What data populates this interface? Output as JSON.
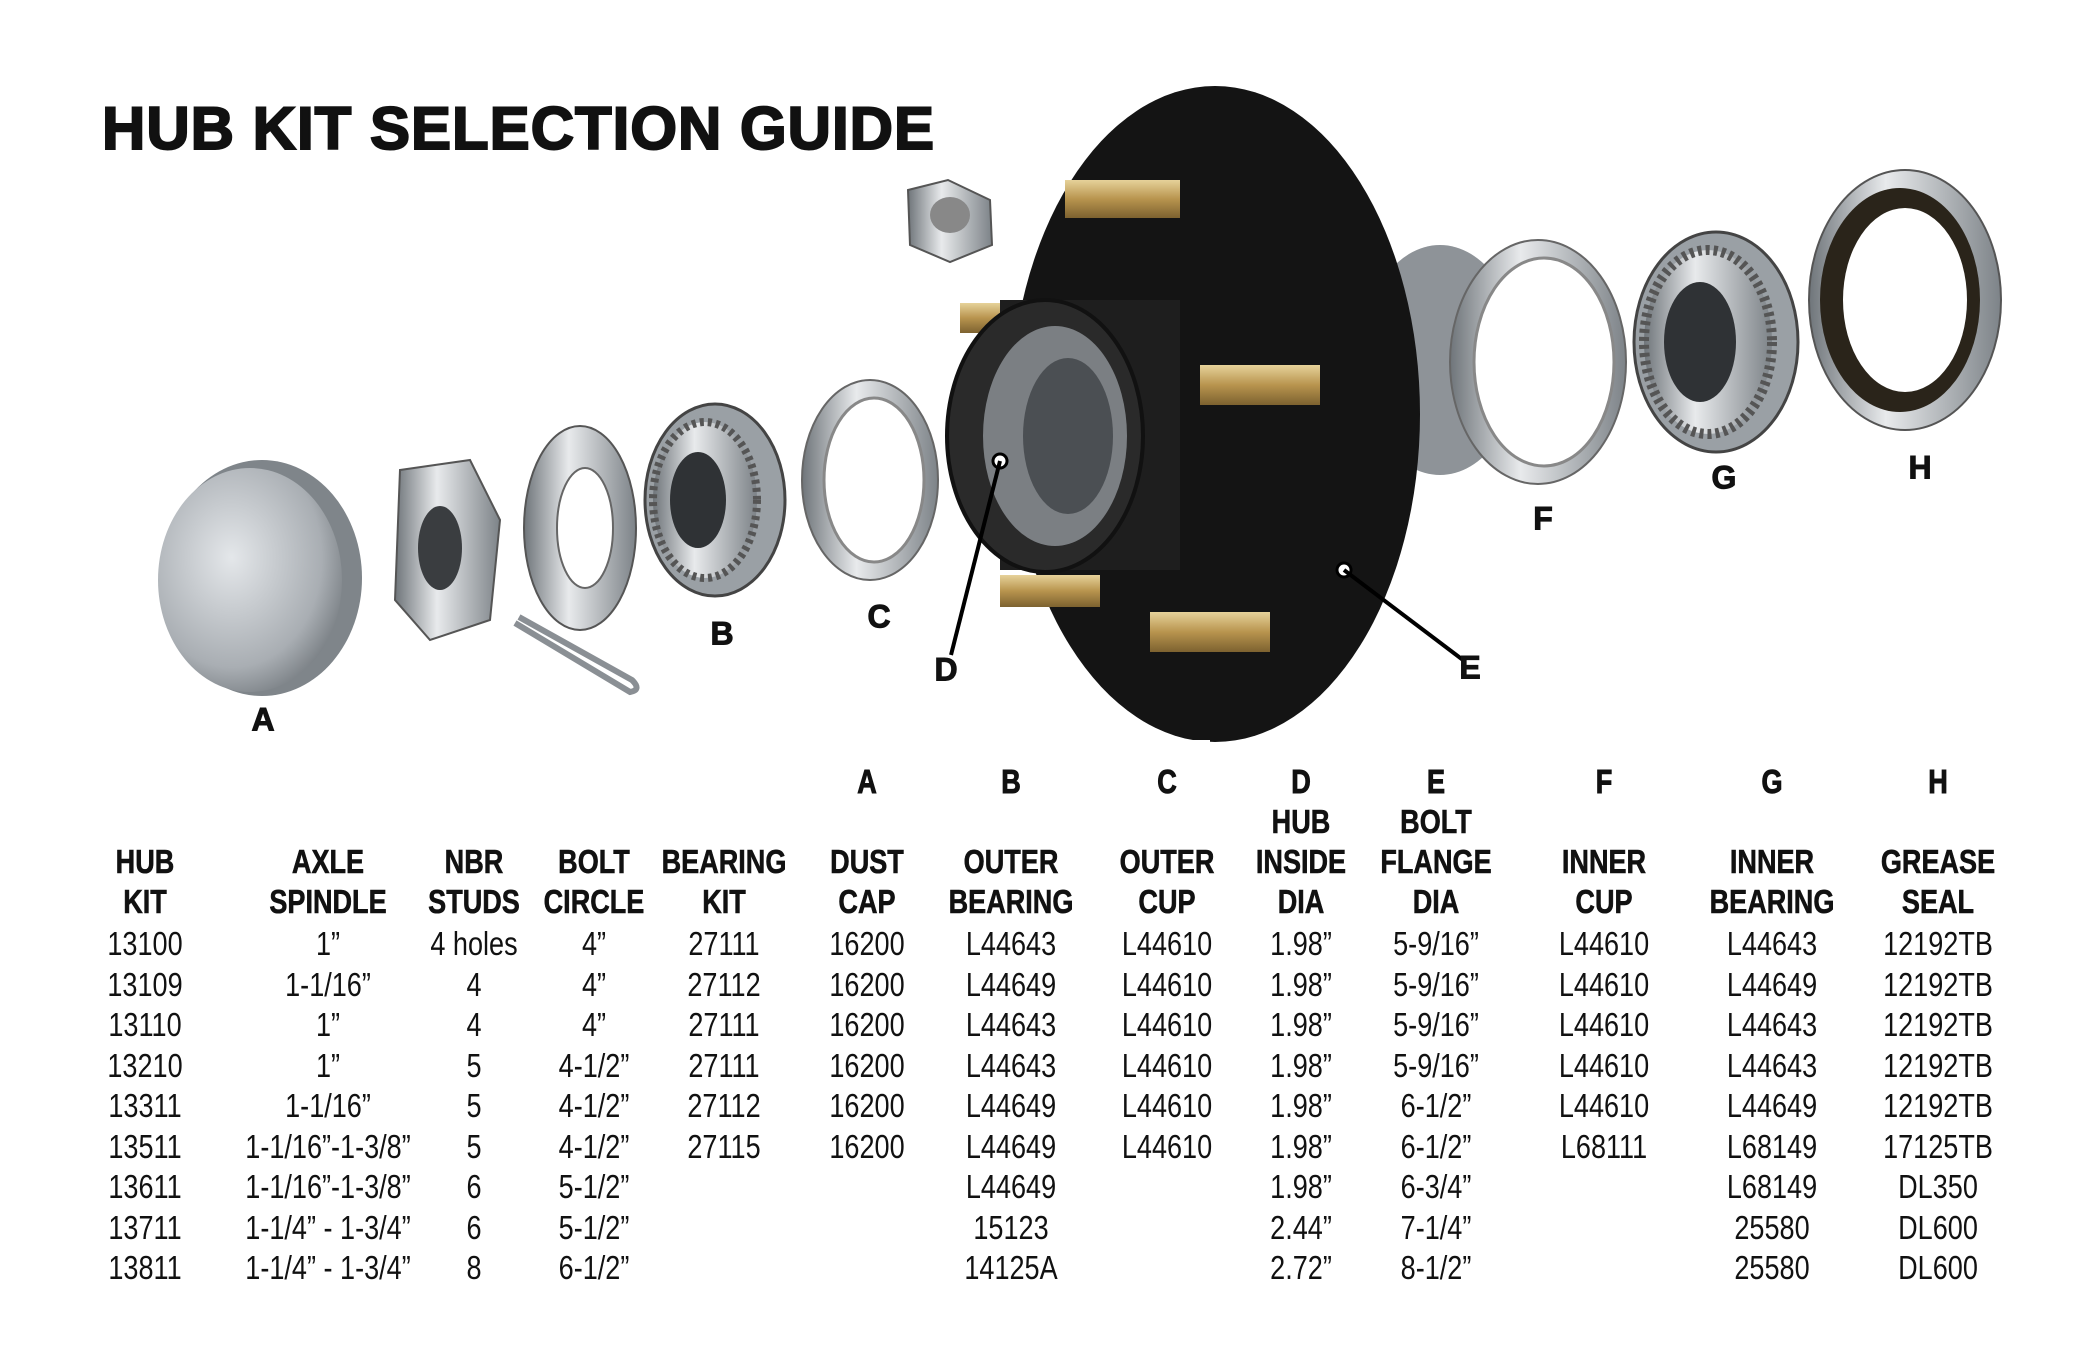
{
  "title": "HUB KIT SELECTION GUIDE",
  "part_labels": [
    "A",
    "B",
    "C",
    "D",
    "E",
    "F",
    "G",
    "H"
  ],
  "table": {
    "columns": [
      {
        "letter": "",
        "header": [
          "",
          "HUB",
          "KIT"
        ]
      },
      {
        "letter": "",
        "header": [
          "",
          "AXLE",
          "SPINDLE"
        ]
      },
      {
        "letter": "",
        "header": [
          "",
          "NBR",
          "STUDS"
        ]
      },
      {
        "letter": "",
        "header": [
          "",
          "BOLT",
          "CIRCLE"
        ]
      },
      {
        "letter": "",
        "header": [
          "",
          "BEARING",
          "KIT"
        ]
      },
      {
        "letter": "A",
        "header": [
          "",
          "DUST",
          "CAP"
        ]
      },
      {
        "letter": "B",
        "header": [
          "",
          "OUTER",
          "BEARING"
        ]
      },
      {
        "letter": "C",
        "header": [
          "",
          "OUTER",
          "CUP"
        ]
      },
      {
        "letter": "D",
        "header": [
          "HUB",
          "INSIDE",
          "DIA"
        ]
      },
      {
        "letter": "E",
        "header": [
          "BOLT",
          "FLANGE",
          "DIA"
        ]
      },
      {
        "letter": "F",
        "header": [
          "",
          "INNER",
          "CUP"
        ]
      },
      {
        "letter": "G",
        "header": [
          "",
          "INNER",
          "BEARING"
        ]
      },
      {
        "letter": "H",
        "header": [
          "",
          "GREASE",
          "SEAL"
        ]
      }
    ],
    "rows": [
      [
        "13100",
        "1”",
        "4 holes",
        "4”",
        "27111",
        "16200",
        "L44643",
        "L44610",
        "1.98”",
        "5-9/16”",
        "L44610",
        "L44643",
        "12192TB"
      ],
      [
        "13109",
        "1-1/16”",
        "4",
        "4”",
        "27112",
        "16200",
        "L44649",
        "L44610",
        "1.98”",
        "5-9/16”",
        "L44610",
        "L44649",
        "12192TB"
      ],
      [
        "13110",
        "1”",
        "4",
        "4”",
        "27111",
        "16200",
        "L44643",
        "L44610",
        "1.98”",
        "5-9/16”",
        "L44610",
        "L44643",
        "12192TB"
      ],
      [
        "13210",
        "1”",
        "5",
        "4-1/2”",
        "27111",
        "16200",
        "L44643",
        "L44610",
        "1.98”",
        "5-9/16”",
        "L44610",
        "L44643",
        "12192TB"
      ],
      [
        "13311",
        "1-1/16”",
        "5",
        "4-1/2”",
        "27112",
        "16200",
        "L44649",
        "L44610",
        "1.98”",
        "6-1/2”",
        "L44610",
        "L44649",
        "12192TB"
      ],
      [
        "13511",
        "1-1/16”-1-3/8”",
        "5",
        "4-1/2”",
        "27115",
        "16200",
        "L44649",
        "L44610",
        "1.98”",
        "6-1/2”",
        "L68111",
        "L68149",
        "17125TB"
      ],
      [
        "13611",
        "1-1/16”-1-3/8”",
        "6",
        "5-1/2”",
        "",
        "",
        "L44649",
        "",
        "1.98”",
        "6-3/4”",
        "",
        "L68149",
        "DL350"
      ],
      [
        "13711",
        "1-1/4” - 1-3/4”",
        "6",
        "5-1/2”",
        "",
        "",
        "15123",
        "",
        "2.44”",
        "7-1/4”",
        "",
        "25580",
        "DL600"
      ],
      [
        "13811",
        "1-1/4” - 1-3/4”",
        "8",
        "6-1/2”",
        "",
        "",
        "14125A",
        "",
        "2.72”",
        "8-1/2”",
        "",
        "25580",
        "DL600"
      ]
    ]
  },
  "colors": {
    "hub": "#141414",
    "stud": "#c9a860",
    "steel": "#b8bcc0"
  }
}
